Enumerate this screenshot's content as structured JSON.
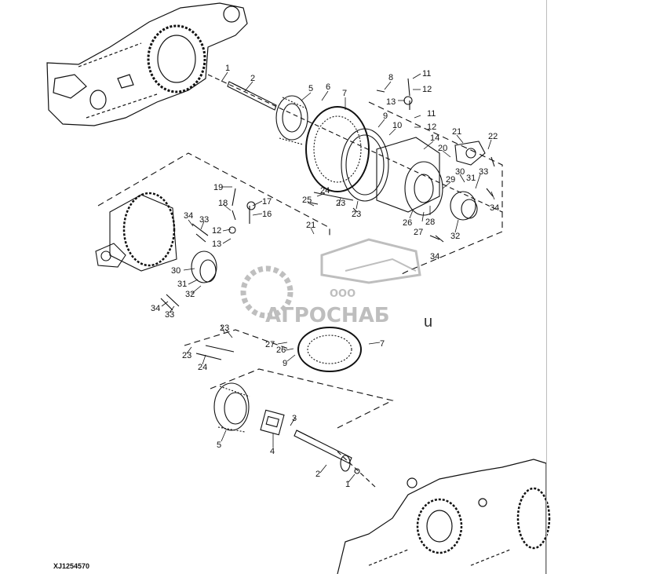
{
  "diagram": {
    "reference_code": "XJ1254570",
    "callouts": {
      "c1a": "1",
      "c2a": "2",
      "c5a": "5",
      "c6": "6",
      "c7a": "7",
      "c8": "8",
      "c11a": "11",
      "c12a": "12",
      "c13a": "13",
      "c11b": "11",
      "c12b": "12",
      "c9a": "9",
      "c10": "10",
      "c14": "14",
      "c21a": "21",
      "c22": "22",
      "c20": "20",
      "c30a": "30",
      "c31a": "31",
      "c33a": "33",
      "c29": "29",
      "c34a": "34",
      "c24a": "24",
      "c23a": "23",
      "c23b": "23",
      "c25": "25",
      "c26a": "26",
      "c27a": "27",
      "c28": "28",
      "c32a": "32",
      "c34b": "34",
      "c21b": "21",
      "c19": "19",
      "c18": "18",
      "c17": "17",
      "c16": "16",
      "c12c": "12",
      "c13b": "13",
      "c34c": "34",
      "c33b": "33",
      "c30b": "30",
      "c31b": "31",
      "c32b": "32",
      "c34d": "34",
      "c33c": "33",
      "c23c": "23",
      "c23d": "23",
      "c24b": "24",
      "c27b": "27",
      "c26b": "26",
      "c9b": "9",
      "c7b": "7",
      "c5b": "5",
      "c4": "4",
      "c3": "3",
      "c2b": "2",
      "c1b": "1"
    }
  },
  "watermark": {
    "company_prefix": "ООО",
    "company_name": "АГРОСНАБ",
    "suffix_letter": "u",
    "color": "#8a8a8a"
  },
  "colors": {
    "line": "#111111",
    "divider": "#bdbdbd"
  }
}
